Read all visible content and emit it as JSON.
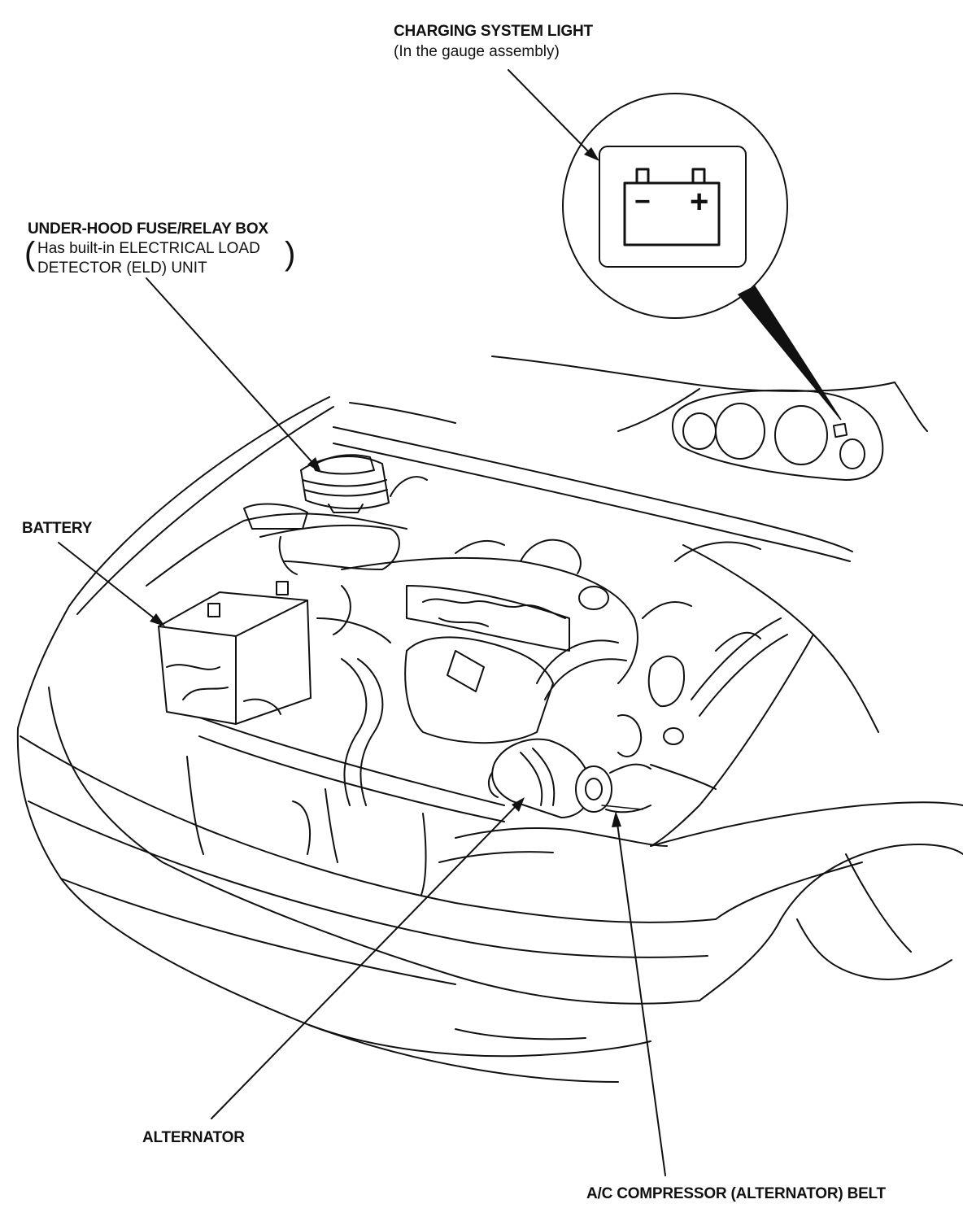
{
  "labels": {
    "charging_light_title": "CHARGING SYSTEM LIGHT",
    "charging_light_sub": "(In the gauge assembly)",
    "fuse_box_title": "UNDER-HOOD FUSE/RELAY BOX",
    "fuse_box_line1": "Has built-in ELECTRICAL LOAD",
    "fuse_box_line2": "DETECTOR (ELD) UNIT",
    "battery": "BATTERY",
    "alternator": "ALTERNATOR",
    "belt": "A/C COMPRESSOR (ALTERNATOR) BELT"
  },
  "icons": {
    "charging_indicator": "battery-icon",
    "battery_minus": "−",
    "battery_plus": "+"
  }
}
